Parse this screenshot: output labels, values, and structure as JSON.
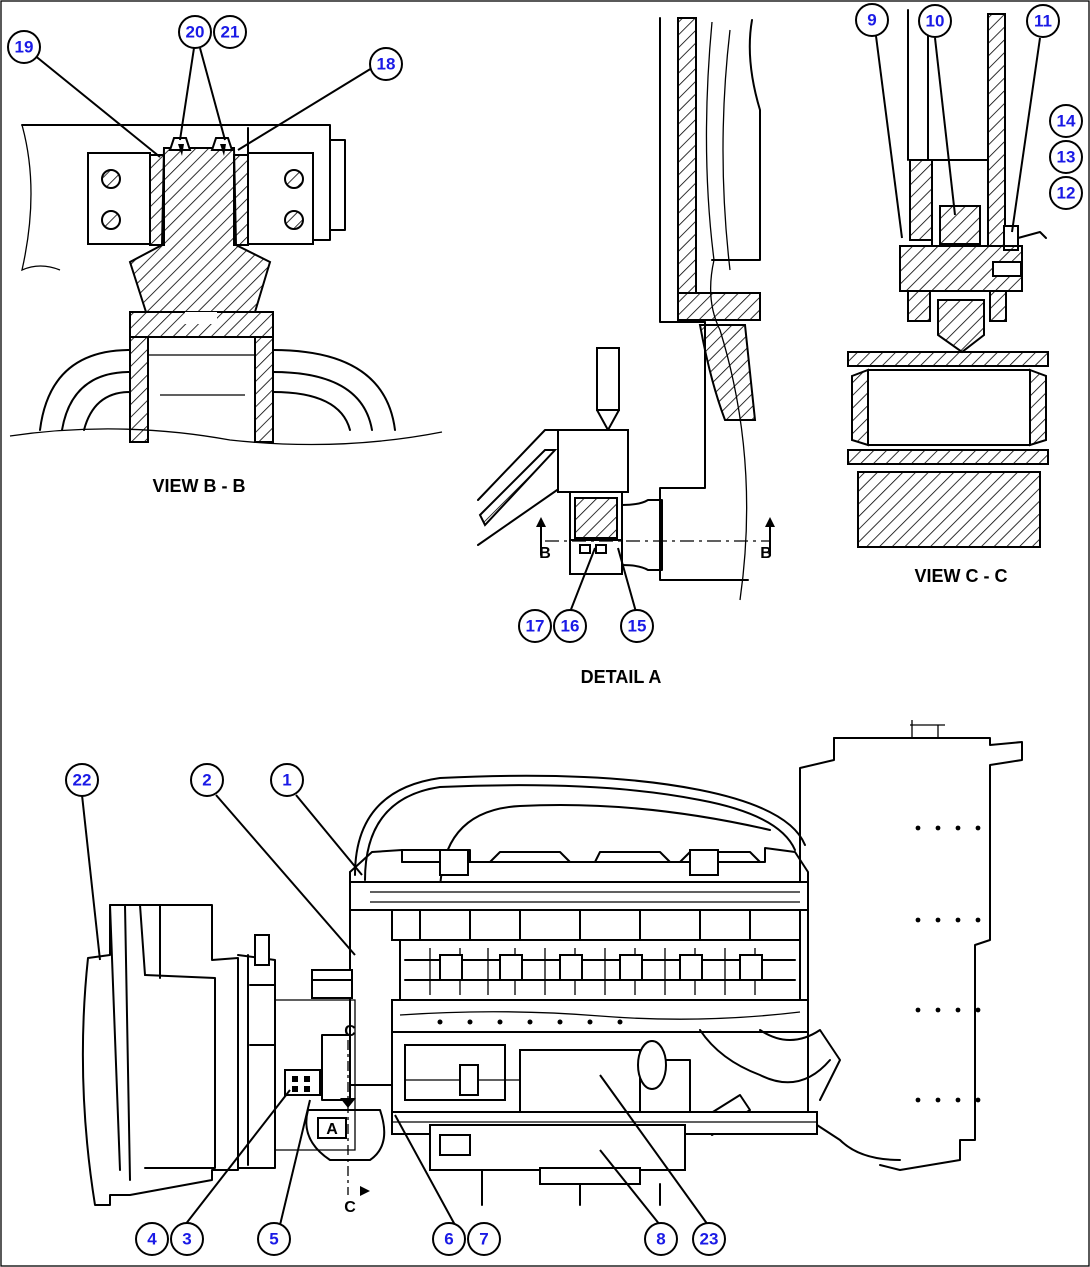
{
  "captions": {
    "view_bb": "VIEW B - B",
    "view_cc": "VIEW C - C",
    "detail_a": "DETAIL A"
  },
  "section_marks": {
    "b_left": "B",
    "b_right": "B",
    "c_top": "C",
    "c_bottom": "C",
    "detail_a_tag": "A"
  },
  "callouts": [
    {
      "id": "c1",
      "label": "1"
    },
    {
      "id": "c2",
      "label": "2"
    },
    {
      "id": "c3",
      "label": "3"
    },
    {
      "id": "c4",
      "label": "4"
    },
    {
      "id": "c5",
      "label": "5"
    },
    {
      "id": "c6",
      "label": "6"
    },
    {
      "id": "c7",
      "label": "7"
    },
    {
      "id": "c8",
      "label": "8"
    },
    {
      "id": "c9",
      "label": "9"
    },
    {
      "id": "c10",
      "label": "10"
    },
    {
      "id": "c11",
      "label": "11"
    },
    {
      "id": "c12",
      "label": "12"
    },
    {
      "id": "c13",
      "label": "13"
    },
    {
      "id": "c14",
      "label": "14"
    },
    {
      "id": "c15",
      "label": "15"
    },
    {
      "id": "c16",
      "label": "16"
    },
    {
      "id": "c17",
      "label": "17"
    },
    {
      "id": "c18",
      "label": "18"
    },
    {
      "id": "c19",
      "label": "19"
    },
    {
      "id": "c20",
      "label": "20"
    },
    {
      "id": "c21",
      "label": "21"
    },
    {
      "id": "c22",
      "label": "22"
    },
    {
      "id": "c23",
      "label": "23"
    }
  ],
  "colors": {
    "callout_text": "#1a1ae6",
    "line": "#000000",
    "background": "#ffffff"
  }
}
